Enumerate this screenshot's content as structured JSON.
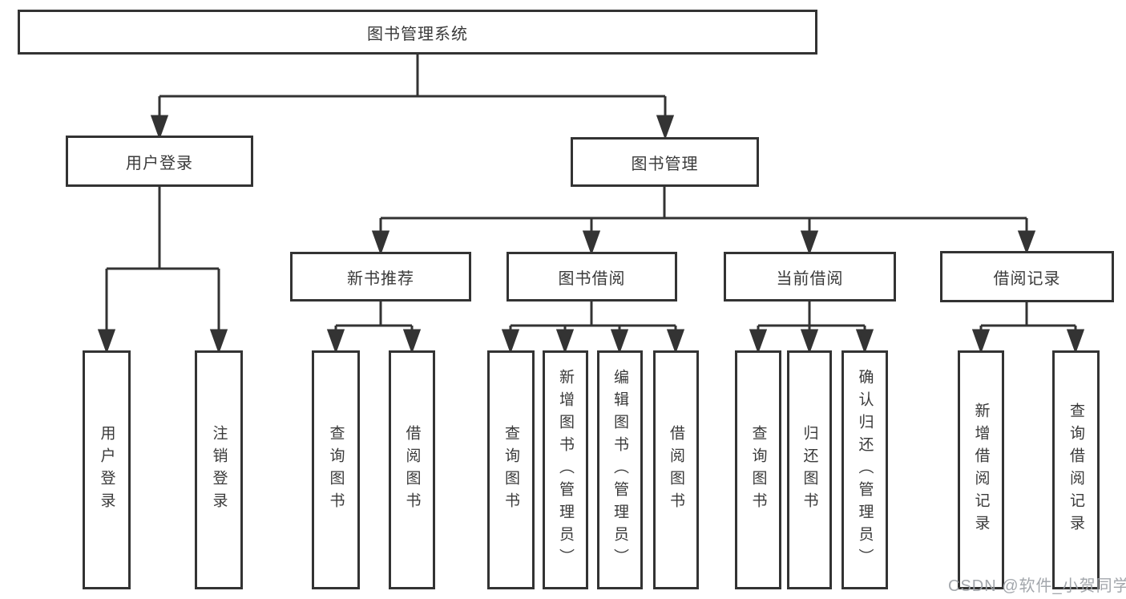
{
  "diagram": {
    "type": "tree",
    "title": "图书管理系统",
    "tree": {
      "label": "图书管理系统",
      "children": [
        {
          "label": "用户登录",
          "children": [
            {
              "label": "用户登录"
            },
            {
              "label": "注销登录"
            }
          ]
        },
        {
          "label": "图书管理",
          "children": [
            {
              "label": "新书推荐",
              "children": [
                {
                  "label": "查询图书"
                },
                {
                  "label": "借阅图书"
                }
              ]
            },
            {
              "label": "图书借阅",
              "children": [
                {
                  "label": "查询图书"
                },
                {
                  "label": "新增图书（管理员）"
                },
                {
                  "label": "编辑图书（管理员）"
                },
                {
                  "label": "借阅图书"
                }
              ]
            },
            {
              "label": "当前借阅",
              "children": [
                {
                  "label": "查询图书"
                },
                {
                  "label": "归还图书"
                },
                {
                  "label": "确认归还（管理员）"
                }
              ]
            },
            {
              "label": "借阅记录",
              "children": [
                {
                  "label": "新增借阅记录"
                },
                {
                  "label": "查询借阅记录"
                }
              ]
            }
          ]
        }
      ]
    }
  },
  "watermark": {
    "text": "CSDN @软件_小贺同学"
  },
  "colors": {
    "line": "#333333",
    "box_border": "#333333",
    "box_fill": "#ffffff",
    "text": "#3a3a3a",
    "watermark": "#9ea2a8",
    "background": "#ffffff"
  }
}
